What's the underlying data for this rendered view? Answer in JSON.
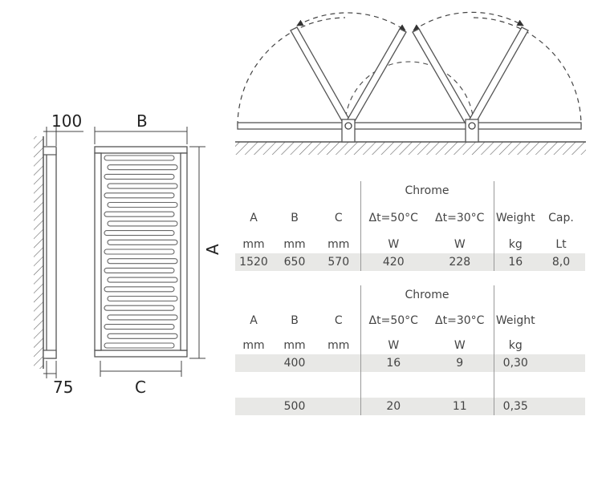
{
  "dimensions": {
    "depth": "100",
    "wall_offset": "75",
    "width": "B",
    "height": "A",
    "centers": "C"
  },
  "table1": {
    "group_header": "Chrome",
    "headers": [
      "A",
      "B",
      "C",
      "Δt=50°C",
      "Δt=30°C",
      "Weight",
      "Cap."
    ],
    "units": [
      "mm",
      "mm",
      "mm",
      "W",
      "W",
      "kg",
      "Lt"
    ],
    "rows": [
      [
        "1520",
        "650",
        "570",
        "420",
        "228",
        "16",
        "8,0"
      ]
    ]
  },
  "table2": {
    "group_header": "Chrome",
    "headers": [
      "A",
      "B",
      "C",
      "Δt=50°C",
      "Δt=30°C",
      "Weight"
    ],
    "units": [
      "mm",
      "mm",
      "mm",
      "W",
      "W",
      "kg"
    ],
    "rows": [
      [
        "",
        "400",
        "",
        "16",
        "9",
        "0,30"
      ],
      [
        "",
        "500",
        "",
        "20",
        "11",
        "0,35"
      ]
    ]
  }
}
